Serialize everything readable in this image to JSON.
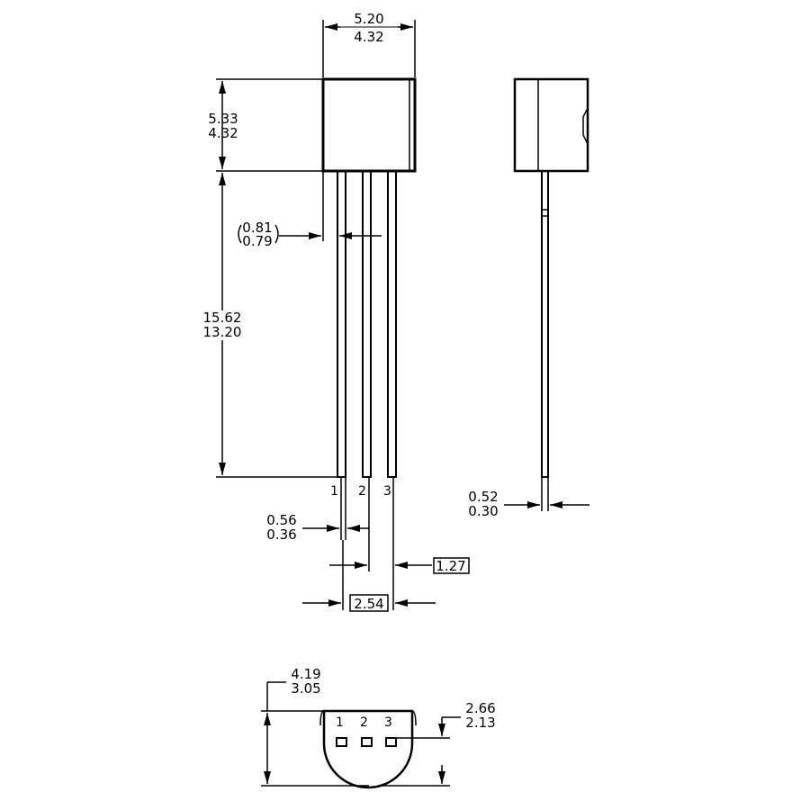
{
  "dimensions": {
    "body_width": {
      "max": "5.20",
      "min": "4.32"
    },
    "body_height": {
      "max": "5.33",
      "min": "4.32"
    },
    "lead_length": {
      "max": "15.62",
      "min": "13.20"
    },
    "lead_offset": {
      "max": "0.81",
      "min": "0.79"
    },
    "lead_width": {
      "max": "0.56",
      "min": "0.36"
    },
    "lead_thickness": {
      "max": "0.52",
      "min": "0.30"
    },
    "pitch_half": "1.27",
    "pitch_full": "2.54",
    "bottom_body_depth": {
      "max": "4.19",
      "min": "3.05"
    },
    "bottom_lead_depth": {
      "max": "2.66",
      "min": "2.13"
    }
  },
  "pins": [
    "1",
    "2",
    "3"
  ]
}
